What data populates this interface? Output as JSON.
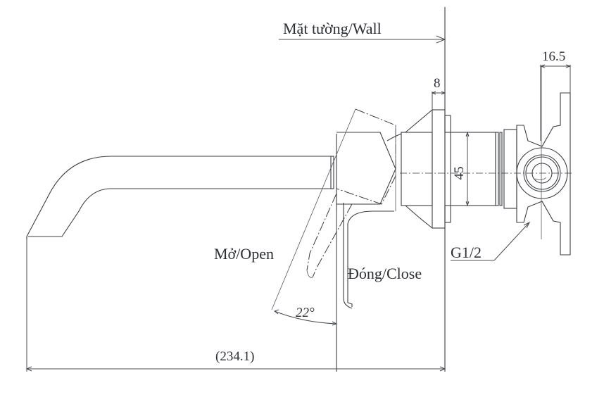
{
  "drawing": {
    "subject": "Wall-mounted basin faucet side view",
    "labels": {
      "wall": "Mặt tường/Wall",
      "open": "Mở/Open",
      "close": "Đóng/Close",
      "thread": "G1/2"
    },
    "dimensions": {
      "flange_thickness": "8",
      "body_depth": "16.5",
      "body_diameter": "45",
      "handle_angle": "22°",
      "overall_length": "(234.1)"
    },
    "colors": {
      "line": "#3a3d42",
      "text": "#2b2e33",
      "background": "#ffffff"
    }
  }
}
